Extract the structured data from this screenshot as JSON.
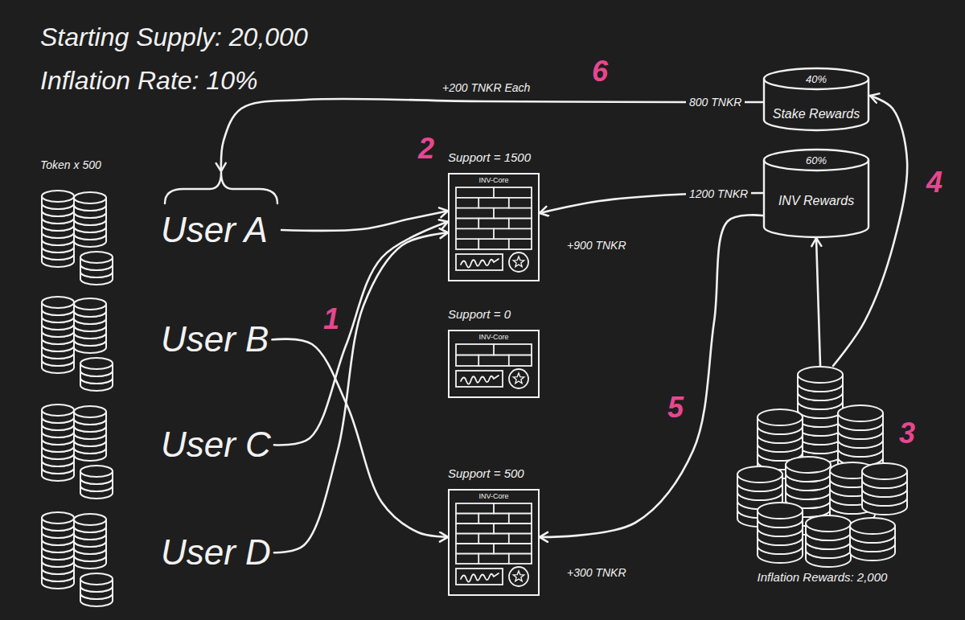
{
  "diagram": {
    "nodes": [
      {
        "text": [
          "User A"
        ]
      },
      {
        "text": [
          "User B"
        ]
      },
      {
        "text": [
          "User C"
        ]
      },
      {
        "text": [
          "User D"
        ]
      },
      {
        "text": [
          "Support = 1500",
          "INV-Core"
        ]
      },
      {
        "text": [
          "Support = 0",
          "INV-Core"
        ]
      },
      {
        "text": [
          "Support = 500",
          "INV-Core"
        ]
      },
      {
        "text": [
          "40%",
          "Stake Rewards"
        ]
      },
      {
        "text": [
          "60%",
          "INV Rewards"
        ]
      },
      {
        "text": [
          "Inflation Rewards: 2,000"
        ]
      }
    ],
    "edges": [
      {
        "from": 0,
        "to": 4,
        "arrow": "to"
      },
      {
        "from": 2,
        "to": 4,
        "arrow": "to"
      },
      {
        "from": 3,
        "to": 4,
        "arrow": "to"
      },
      {
        "from": 1,
        "to": 6,
        "arrow": "to"
      },
      {
        "from": 9,
        "to": 8,
        "arrow": "to"
      },
      {
        "from": 9,
        "to": 7,
        "arrow": "to"
      },
      {
        "from": 8,
        "to": 4,
        "arrow": "to"
      },
      {
        "from": 8,
        "to": 6,
        "arrow": "to"
      },
      {
        "from": 7,
        "to": 0,
        "arrow": "to"
      }
    ],
    "labels": [
      "Starting Supply: 20,000",
      "Inflation Rate: 10%",
      "Token x 500",
      "6",
      "+200 TNKR Each",
      "800 TNKR",
      "2",
      "1200 TNKR",
      "+900 TNKR",
      "4",
      "1",
      "5",
      "3",
      "+300 TNKR"
    ]
  }
}
